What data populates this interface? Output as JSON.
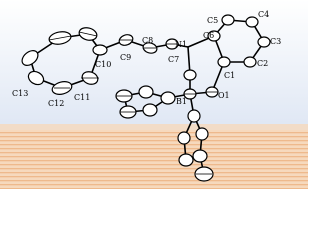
{
  "figure": {
    "atom_labels": {
      "C13": "C13",
      "C12": "C12",
      "C11": "C11",
      "C10": "C10",
      "C9": "C9",
      "C8": "C8",
      "N1": "N1",
      "C7": "C7",
      "C6": "C6",
      "C5": "C5",
      "C4": "C4",
      "C3": "C3",
      "C2": "C2",
      "C1": "C1",
      "B1": "B1",
      "O1": "O1"
    },
    "colors": {
      "sky_top": "#ffffff",
      "sky_bottom": "#dfe7f4",
      "horizon": "#f2dcc7",
      "ground_top": "#f6d9bd",
      "ground_stripe": "#eeb98c",
      "atom_fill": "#ffffff",
      "atom_stroke": "#000000",
      "bond": "#000000",
      "label": "#000000"
    }
  }
}
